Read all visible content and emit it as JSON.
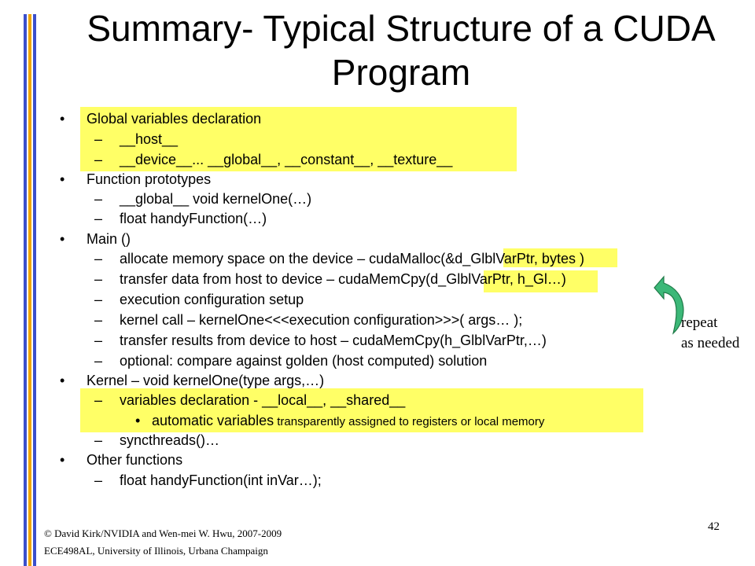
{
  "title": "Summary- Typical Structure of a CUDA Program",
  "colors": {
    "highlight": "#ffff66",
    "bar_blue": "#3b4fcc",
    "bar_gold": "#f0a500",
    "arrow": "#3cb878"
  },
  "items": [
    {
      "bullet": "•",
      "text": "Global variables declaration"
    },
    {
      "dash": "–",
      "text": "__host__"
    },
    {
      "dash": "–",
      "text": "__device__... __global__, __constant__, __texture__"
    },
    {
      "bullet": "•",
      "text": "Function prototypes"
    },
    {
      "dash": "–",
      "text": "__global__ void kernelOne(…)"
    },
    {
      "dash": "–",
      "text": "float handyFunction(…)"
    },
    {
      "bullet": "•",
      "text": "Main ()"
    },
    {
      "dash": "–",
      "text": "allocate memory space on the device – cudaMalloc(&d_GlblVarPtr, bytes )"
    },
    {
      "dash": "–",
      "text": "transfer data from host to device – cudaMemCpy(d_GlblVarPtr, h_Gl…)"
    },
    {
      "dash": "–",
      "text": "execution configuration setup"
    },
    {
      "dash": "–",
      "text": "kernel call – kernelOne<<<execution configuration>>>( args… );"
    },
    {
      "dash": "–",
      "text": "transfer results from device to host – cudaMemCpy(h_GlblVarPtr,…)"
    },
    {
      "dash": "–",
      "text": "optional: compare against golden (host computed) solution"
    },
    {
      "bullet": "•",
      "text": "Kernel – void kernelOne(type args,…)"
    },
    {
      "dash": "–",
      "text": "variables declaration -  __local__, __shared__"
    },
    {
      "bullet": "•",
      "text_a": "automatic variables",
      "text_b": " transparently assigned to registers or local memory"
    },
    {
      "dash": "–",
      "text": "syncthreads()…"
    },
    {
      "bullet": "•",
      "text": "Other functions"
    },
    {
      "dash": "–",
      "text": "float handyFunction(int inVar…);"
    }
  ],
  "repeat_note": {
    "line1": "repeat",
    "line2": "as needed"
  },
  "footer": {
    "line1": "© David Kirk/NVIDIA and Wen-mei W. Hwu, 2007-2009",
    "line2": "ECE498AL, University of Illinois, Urbana Champaign"
  },
  "page_number": "42"
}
